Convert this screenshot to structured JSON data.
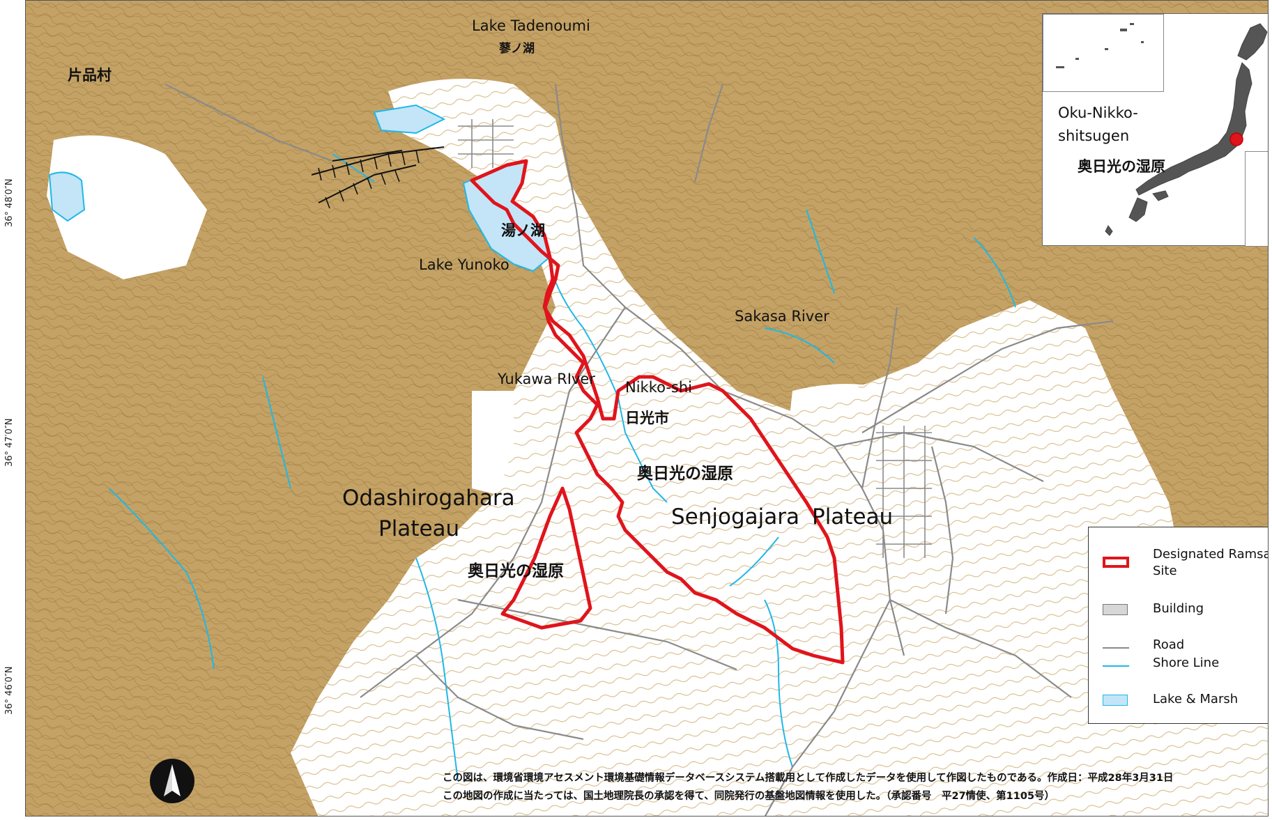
{
  "map": {
    "labels": {
      "lake_tadenoumi_en": "Lake Tadenoumi",
      "lake_tadenoumi_jp": "蓼ノ湖",
      "katashina": "片品村",
      "yunoko_jp": "湯ノ湖",
      "yunoko_en": "Lake Yunoko",
      "sakasa": "Sakasa River",
      "yukawa": "Yukawa RIver",
      "nikko_en": "Nikko-shi",
      "nikko_jp": "日光市",
      "okunikko_jp_1": "奥日光の湿原",
      "okunikko_jp_2": "奥日光の湿原",
      "odashiro_1": "Odashirogahara",
      "odashiro_2": "Plateau",
      "senjo": "Senjogajara",
      "senjo_plateau": "Plateau"
    },
    "coordinates": [
      "36° 48′0″N",
      "36° 47′0″N",
      "36° 46′0″N"
    ],
    "colors": {
      "terrain": "#c4a265",
      "contour_on_plain": "#c9a866",
      "ramsar_outline": "#e0141c",
      "road": "#8a8a8a",
      "shore": "#1fb8e8",
      "lake": "#c3e5f7"
    }
  },
  "inset": {
    "site_en_1": "Oku-Nikko-",
    "site_en_2": "shitsugen",
    "site_jp": "奥日光の湿原"
  },
  "legend": {
    "items": [
      {
        "label": "Designated Ramsar Site",
        "symbol": "red-outline-box"
      },
      {
        "label": "Building",
        "symbol": "gray-box"
      },
      {
        "label": "Road",
        "symbol": "gray-line"
      },
      {
        "label": "Shore Line",
        "symbol": "cyan-line"
      },
      {
        "label": "Lake & Marsh",
        "symbol": "light-blue-box"
      }
    ],
    "label_line_1": "Designated Ramsar",
    "label_line_2": "Site"
  },
  "north_arrow_icon": "north-arrow-icon",
  "credit": {
    "line1": "この図は、環境省環境アセスメント環境基礎情報データベースシステム搭載用として作成したデータを使用して作図したものである。作成日：平成28年3月31日",
    "line2": "この地図の作成に当たっては、国土地理院長の承認を得て、同院発行の基盤地図情報を使用した。（承認番号　平27情使、第1105号）"
  }
}
